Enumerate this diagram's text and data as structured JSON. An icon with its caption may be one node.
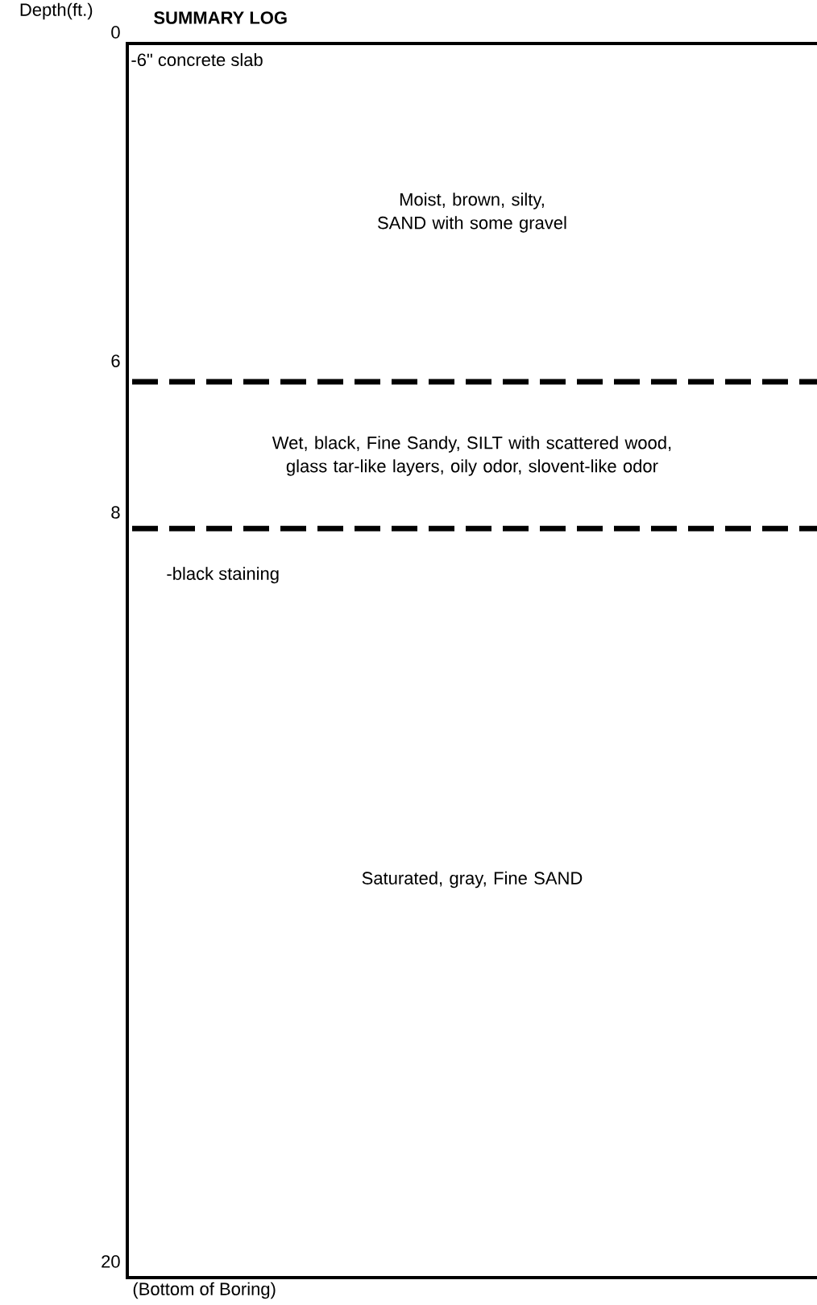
{
  "diagram": {
    "title": "SUMMARY LOG",
    "nodes": [
      {
        "text": [
          "-6\" concrete slab",
          "Moist, brown, silty, SAND with some gravel"
        ]
      },
      {
        "text": [
          "Wet, black, Fine Sandy, SILT with scattered wood, glass tar-like layers, oily odor, slovent-like odor"
        ]
      },
      {
        "text": [
          "-black staining",
          "Saturated, gray, Fine SAND"
        ]
      }
    ],
    "labels": [
      "Depth(ft.)",
      "0",
      "6",
      "8",
      "20",
      "(Bottom of Boring)"
    ]
  }
}
